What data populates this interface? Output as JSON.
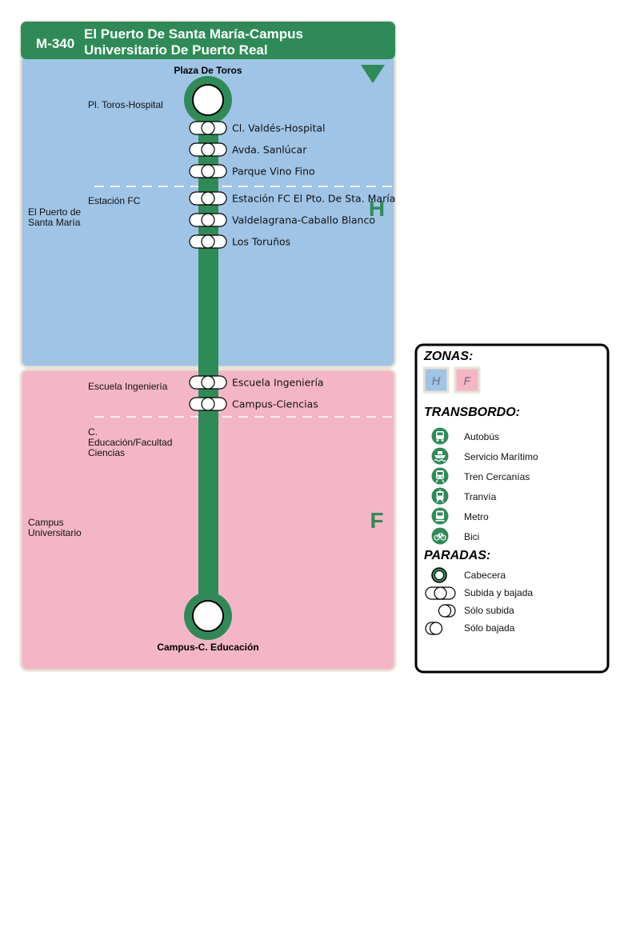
{
  "header": {
    "route_code": "M-340",
    "title_line1": "El Puerto De Santa María-Campus",
    "title_line2": "Universitario De Puerto Real"
  },
  "direction_icon": "direction-arrow-down-icon",
  "terminals": {
    "start": "Plaza De Toros",
    "end": "Campus-C. Educación"
  },
  "zones": [
    {
      "code": "H",
      "color": "#a0c4e6"
    },
    {
      "code": "F",
      "color": "#f4b6c6"
    }
  ],
  "localities": [
    "El Puerto de\nSanta María",
    "Campus\nUniversitario"
  ],
  "sections": [
    "Pl. Toros-Hospital",
    "Estación FC",
    "Escuela Ingeniería",
    "C.\nEducación/Facultad\nCiencias"
  ],
  "stops": [
    "Cl. Valdés-Hospital",
    "Avda. Sanlúcar",
    "Parque Vino Fino",
    "Estación FC El Pto. De Sta. María",
    "Valdelagrana-Caballo Blanco",
    "Los Toruños",
    "Escuela Ingeniería",
    "Campus-Ciencias"
  ],
  "legend": {
    "zones_title": "ZONAS:",
    "zone_swatches": [
      "H",
      "F"
    ],
    "transfers_title": "TRANSBORDO:",
    "transfers": [
      {
        "label": "Autobús",
        "icon": "bus-icon"
      },
      {
        "label": "Servicio Marítimo",
        "icon": "boat-icon"
      },
      {
        "label": "Tren Cercanías",
        "icon": "train-icon"
      },
      {
        "label": "Tranvía",
        "icon": "tram-icon"
      },
      {
        "label": "Metro",
        "icon": "metro-icon"
      },
      {
        "label": "Bici",
        "icon": "bicycle-icon"
      }
    ],
    "stops_title": "PARADAS:",
    "stop_types": [
      "Cabecera",
      "Subida y bajada",
      "Sólo subida",
      "Sólo bajada"
    ]
  },
  "colors": {
    "line_green": "#2e8b57",
    "zone_blue": "#a0c4e6",
    "zone_pink": "#f4b6c6",
    "frame": "#e8e2d6"
  }
}
